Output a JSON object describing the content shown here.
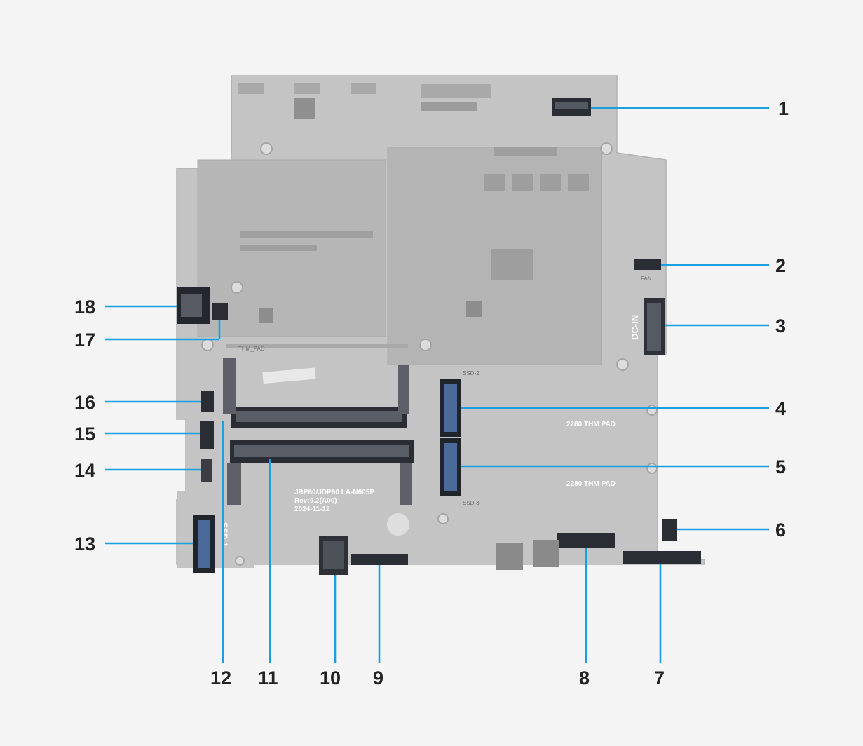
{
  "diagram": {
    "board_labels": {
      "dc_in": "DC-IN",
      "fan": "FAN",
      "thm_pad_1": "2280 THM PAD",
      "thm_pad_2": "2280 THM PAD",
      "ssd2": "SSD-2",
      "ssd3": "SSD-3",
      "ssd1": "SSD-1",
      "board_id_1": "JBP60/JDP60 LA-N605P",
      "board_id_2": "Rev:0.2(A00)",
      "board_id_3": "2024-11-12",
      "thm_pad_small": "THM_PAD"
    },
    "callouts": [
      {
        "id": "1",
        "label": "1"
      },
      {
        "id": "2",
        "label": "2"
      },
      {
        "id": "3",
        "label": "3"
      },
      {
        "id": "4",
        "label": "4"
      },
      {
        "id": "5",
        "label": "5"
      },
      {
        "id": "6",
        "label": "6"
      },
      {
        "id": "7",
        "label": "7"
      },
      {
        "id": "8",
        "label": "8"
      },
      {
        "id": "9",
        "label": "9"
      },
      {
        "id": "10",
        "label": "10"
      },
      {
        "id": "11",
        "label": "11"
      },
      {
        "id": "12",
        "label": "12"
      },
      {
        "id": "13",
        "label": "13"
      },
      {
        "id": "14",
        "label": "14"
      },
      {
        "id": "15",
        "label": "15"
      },
      {
        "id": "16",
        "label": "16"
      },
      {
        "id": "17",
        "label": "17"
      },
      {
        "id": "18",
        "label": "18"
      }
    ],
    "colors": {
      "leader": "#1aa0e0",
      "board": "#c3c3c3",
      "shield": "#b4b4b4",
      "connector": "#2a2d33"
    }
  }
}
